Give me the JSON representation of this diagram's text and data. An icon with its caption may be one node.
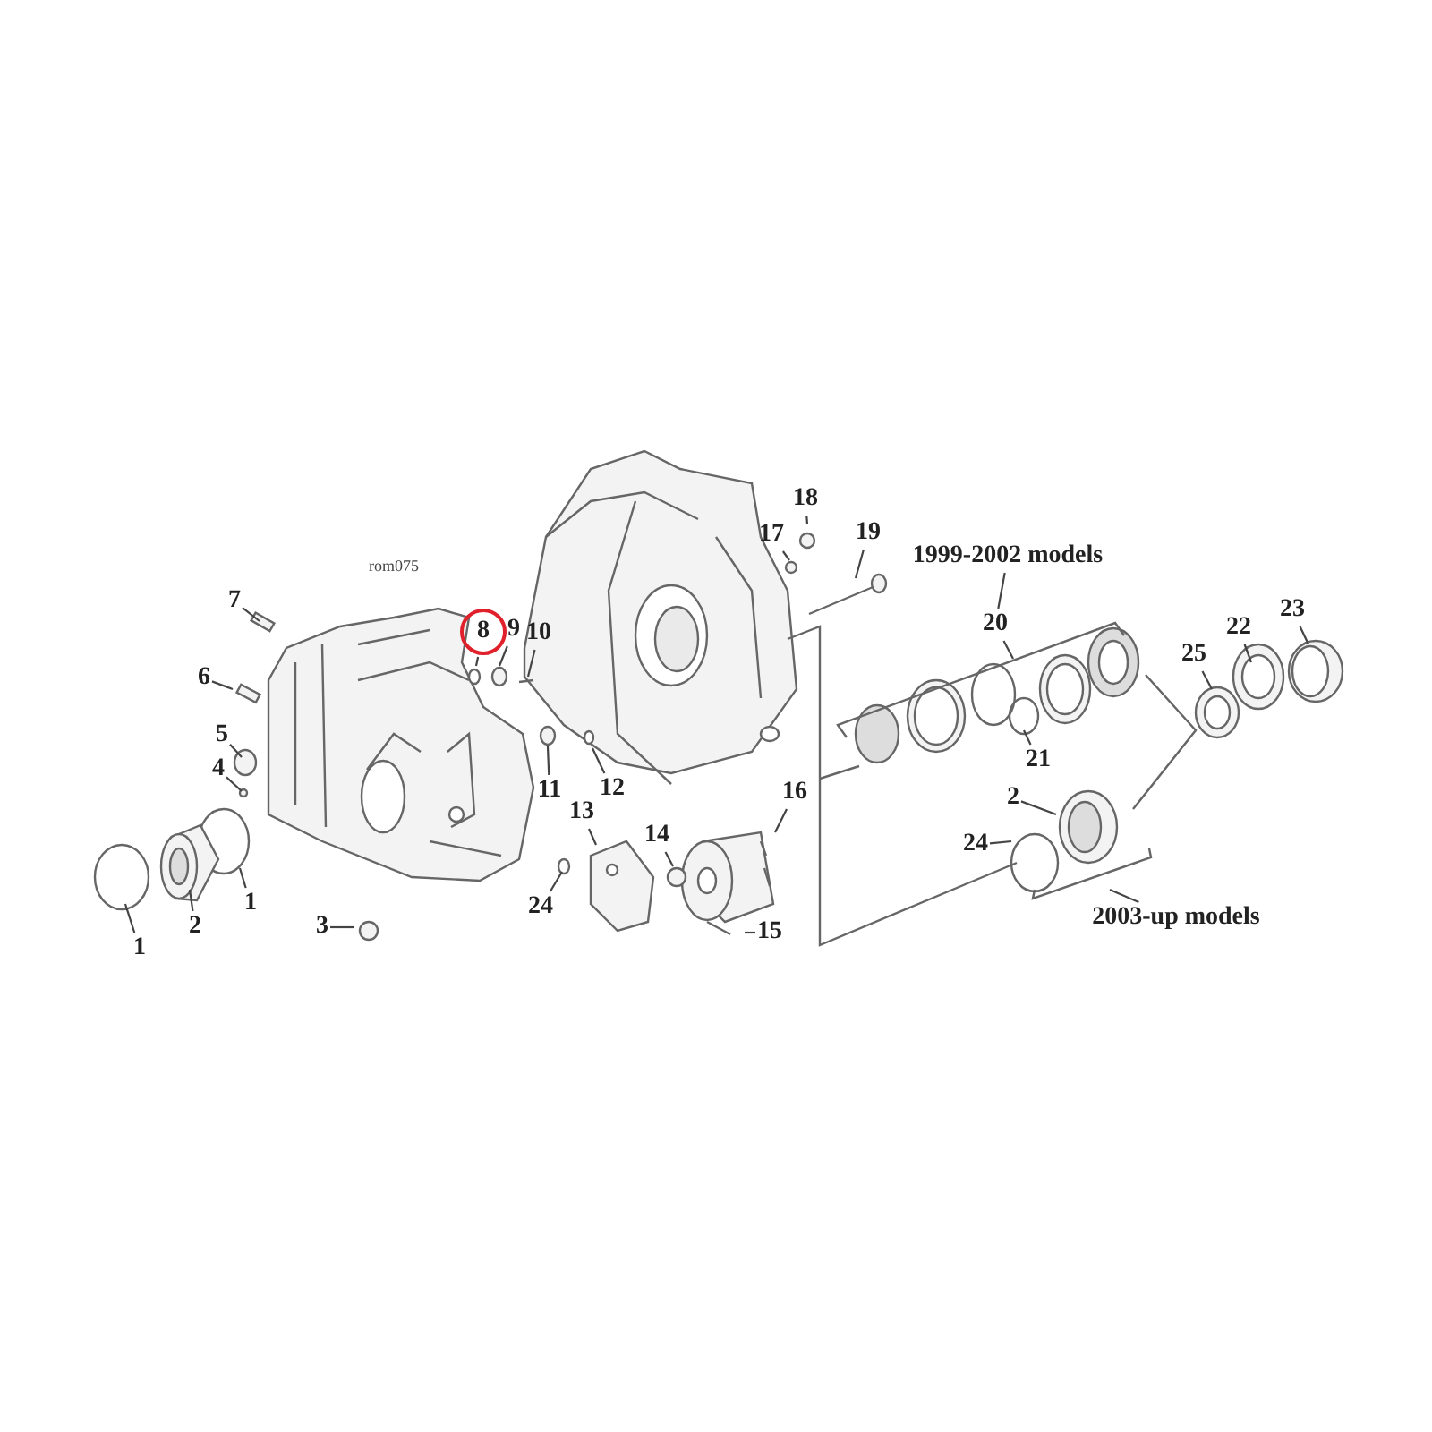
{
  "diagram": {
    "nodes": [
      {
        "text": [
          "18"
        ]
      },
      {
        "text": [
          "17"
        ]
      },
      {
        "text": [
          "19"
        ]
      },
      {
        "text": [
          "1999-2002 models"
        ]
      },
      {
        "text": [
          "7"
        ]
      },
      {
        "text": [
          "23"
        ]
      },
      {
        "text": [
          "20"
        ]
      },
      {
        "text": [
          "22"
        ]
      },
      {
        "text": [
          "8"
        ]
      },
      {
        "text": [
          "9"
        ]
      },
      {
        "text": [
          "10"
        ]
      },
      {
        "text": [
          "25"
        ]
      },
      {
        "text": [
          "6"
        ]
      },
      {
        "text": [
          "5"
        ]
      },
      {
        "text": [
          "21"
        ]
      },
      {
        "text": [
          "4"
        ]
      },
      {
        "text": [
          "12"
        ]
      },
      {
        "text": [
          "11"
        ]
      },
      {
        "text": [
          "16"
        ]
      },
      {
        "text": [
          "2"
        ]
      },
      {
        "text": [
          "13"
        ]
      },
      {
        "text": [
          "14"
        ]
      },
      {
        "text": [
          "24"
        ]
      },
      {
        "text": [
          "1"
        ]
      },
      {
        "text": [
          "24"
        ]
      },
      {
        "text": [
          "2003-up models"
        ]
      },
      {
        "text": [
          "2"
        ]
      },
      {
        "text": [
          "3"
        ]
      },
      {
        "text": [
          "15"
        ]
      },
      {
        "text": [
          "1"
        ]
      }
    ],
    "edges": [
      {
        "from": 0,
        "to": null,
        "arrow": "none"
      },
      {
        "from": 1,
        "to": null,
        "arrow": "none"
      },
      {
        "from": 2,
        "to": null,
        "arrow": "none"
      },
      {
        "from": 3,
        "to": 6,
        "arrow": "none"
      },
      {
        "from": 4,
        "to": null,
        "arrow": "none"
      },
      {
        "from": 5,
        "to": null,
        "arrow": "none"
      },
      {
        "from": 6,
        "to": null,
        "arrow": "none"
      },
      {
        "from": 7,
        "to": null,
        "arrow": "none"
      },
      {
        "from": 8,
        "to": null,
        "arrow": "none"
      },
      {
        "from": 9,
        "to": null,
        "arrow": "none"
      },
      {
        "from": 10,
        "to": null,
        "arrow": "none"
      },
      {
        "from": 11,
        "to": null,
        "arrow": "none"
      },
      {
        "from": 12,
        "to": null,
        "arrow": "none"
      },
      {
        "from": 13,
        "to": null,
        "arrow": "none"
      },
      {
        "from": 14,
        "to": null,
        "arrow": "none"
      },
      {
        "from": 15,
        "to": null,
        "arrow": "none"
      },
      {
        "from": 16,
        "to": null,
        "arrow": "none"
      },
      {
        "from": 17,
        "to": null,
        "arrow": "none"
      },
      {
        "from": 18,
        "to": null,
        "arrow": "none"
      },
      {
        "from": 19,
        "to": null,
        "arrow": "none"
      },
      {
        "from": 20,
        "to": null,
        "arrow": "none"
      },
      {
        "from": 21,
        "to": null,
        "arrow": "none"
      },
      {
        "from": 22,
        "to": null,
        "arrow": "none"
      },
      {
        "from": 23,
        "to": null,
        "arrow": "none"
      },
      {
        "from": 24,
        "to": null,
        "arrow": "none"
      },
      {
        "from": 25,
        "to": null,
        "arrow": "none"
      },
      {
        "from": 26,
        "to": null,
        "arrow": "none"
      },
      {
        "from": 27,
        "to": null,
        "arrow": "none"
      },
      {
        "from": 28,
        "to": null,
        "arrow": "none"
      },
      {
        "from": 29,
        "to": null,
        "arrow": "none"
      }
    ],
    "labels": [
      "rom075"
    ]
  }
}
